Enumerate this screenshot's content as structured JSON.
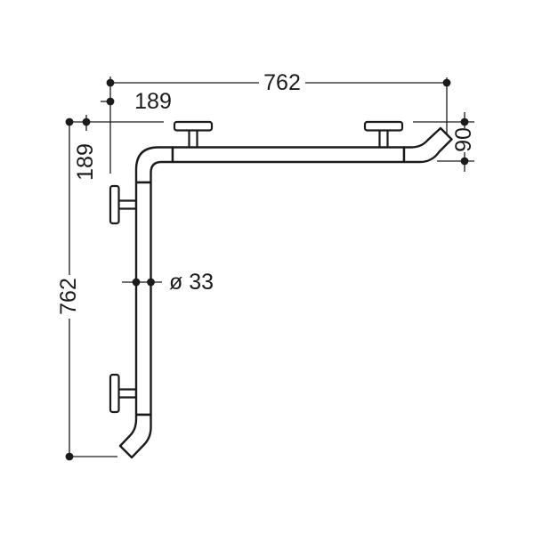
{
  "colors": {
    "ink": "#1b1b1b",
    "background": "#ffffff"
  },
  "drawing": {
    "kind": "dimensioned technical line drawing of an L-shaped corner grab bar with wall mounts",
    "labels": {
      "overall_width": "762",
      "top_flange_offset": "189",
      "overall_height": "762",
      "left_flange_offset": "189",
      "end_rise": "90",
      "tube_diameter": "ø 33"
    }
  }
}
